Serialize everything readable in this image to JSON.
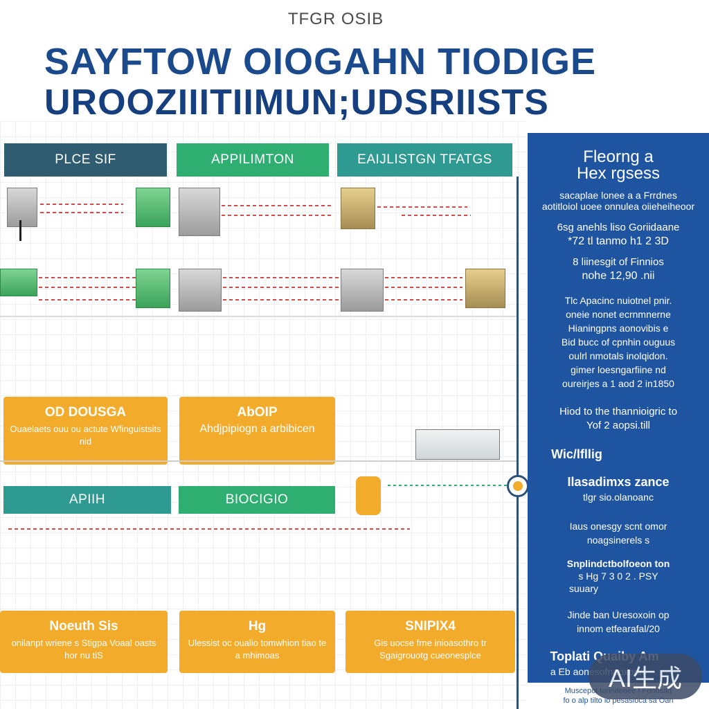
{
  "header": {
    "supertitle": "TFGR OSIB",
    "title_line1": "SAYFTOW OIOGAHN TIODIGE",
    "title_line2": "UROOZIIITIIMUN;UDSRIISTS"
  },
  "lanes": [
    {
      "label": "PLCE SIF",
      "color": "#2f5c70"
    },
    {
      "label": "APPILIMTON",
      "color": "#2fae72"
    },
    {
      "label": "EAIJLISTGN TFATGS",
      "color": "#2e9a91"
    }
  ],
  "lanes_lower": [
    {
      "label": "APIIH",
      "color": "#2e9a91"
    },
    {
      "label": "BIOCIGIO",
      "color": "#2fae72"
    }
  ],
  "yellow_boxes_mid": [
    {
      "heading": "OD DOUSGA",
      "body": "Ouaelaets ouu ou actute Wfinguistsits nid"
    },
    {
      "heading": "AbOIP",
      "body": "Ahdjpipiogn a arbibicen"
    }
  ],
  "yellow_boxes_bottom": [
    {
      "heading": "Noeuth Sis",
      "body": "onilanpt wriene s Stigpa Voaal oasts hor nu tiS"
    },
    {
      "heading": "Hg",
      "body": "Ulessist oc oualio tomwhion tiao te a mhimoas"
    },
    {
      "heading": "SNIPIX4",
      "body": "Gis uocse frne inioasothro tr Sgaigrouotg cueonesplce"
    }
  ],
  "sidebar": {
    "title_line1": "Fleorng a",
    "title_line2": "Hex rgsess",
    "intro_line1": "sacaplae lonee a a Frrdnes",
    "intro_line2": "aotitloiol uoee onnulea oiieheiheoor",
    "stat1_line1": "6sg anehls liso Goriidaane",
    "stat1_line2": "*72 tl tanmo h1 2 3D",
    "stat2_line1": "8 liinesgit of Finnios",
    "stat2_line2": "nohe 12,90 .nii",
    "para_lines": [
      "Tlc Apacinc nuiotnel pnir.",
      "oneie nonet ecrnmnerne",
      "Hianingpns aonovibis e",
      "Bid bucc of cpnhin ouguus",
      "oulrl nmotals inolqidon.",
      "gimer loesngarfiine nd",
      "oureirjes a 1 aod 2 in1850"
    ],
    "cta_line1": "Hiod to the thannioigric to",
    "cta_line2": "Yof 2 aopsi.till",
    "section_head": "Wic/lfllig",
    "item1_head": "Ilasadimxs zance",
    "item1_body": "tlgr sio.olanoanc",
    "item2_line1": "Iaus onesgy scnt omor",
    "item2_line2": "noagsinerels s",
    "item3_line1": "Snplindctbolfoeon ton",
    "item3_line2": "s Hg 7 3 0 2 . PSY",
    "item3_line3": "suuary",
    "item4_line1": "Jinde ban Uresoxoin op",
    "item4_line2": "innom etfearafal/20",
    "item5_head": "Toplati Quaiby Am",
    "item5_body": "a Eb aonesofnaoxonn",
    "footer_line1": "Muscepot tonndeoee f Fonosaq",
    "footer_line2": "fo o alp tilto io pesasioca sa Oan"
  },
  "watermark": "AI生成"
}
